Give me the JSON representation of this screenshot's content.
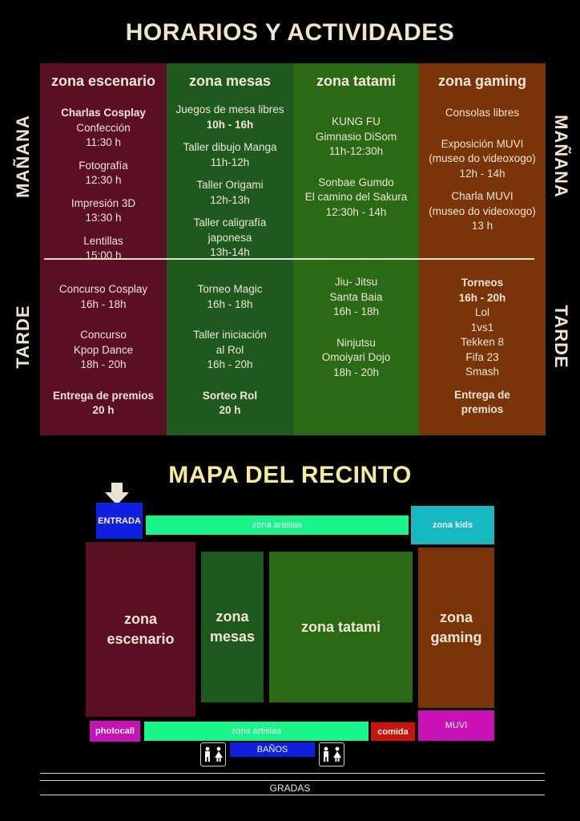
{
  "schedule": {
    "title": "HORARIOS Y ACTIVIDADES",
    "side_labels": {
      "morning": "MAÑANA",
      "afternoon": "TARDE"
    },
    "columns": [
      {
        "name": "zona escenario",
        "color": "#5a0f22",
        "morning": [
          {
            "text": "Charlas Cosplay",
            "bold": true
          },
          {
            "text": "Confección"
          },
          {
            "text": "11:30 h"
          },
          {
            "gap": true
          },
          {
            "text": "Fotografía"
          },
          {
            "text": "12:30 h"
          },
          {
            "gap": true
          },
          {
            "text": "Impresión 3D"
          },
          {
            "text": "13:30 h"
          },
          {
            "gap": true
          },
          {
            "text": "Lentillas"
          },
          {
            "text": "15:00 h"
          }
        ],
        "afternoon": [
          {
            "text": "Concurso Cosplay"
          },
          {
            "text": "16h - 18h"
          },
          {
            "gap": true
          },
          {
            "gap": true
          },
          {
            "text": "Concurso"
          },
          {
            "text": "Kpop Dance"
          },
          {
            "text": "18h - 20h"
          },
          {
            "gap": true
          },
          {
            "gap": true
          },
          {
            "text": "Entrega de premios",
            "bold": true
          },
          {
            "text": "20 h",
            "bold": true
          }
        ]
      },
      {
        "name": "zona mesas",
        "color": "#1e5a1e",
        "morning": [
          {
            "text": "Juegos de mesa libres"
          },
          {
            "text": "10h - 16h",
            "bold": true
          },
          {
            "gap": true
          },
          {
            "text": "Taller dibujo Manga"
          },
          {
            "text": "11h-12h"
          },
          {
            "gap": true
          },
          {
            "text": "Taller Origami"
          },
          {
            "text": "12h-13h"
          },
          {
            "gap": true
          },
          {
            "text": "Taller caligrafía"
          },
          {
            "text": "japonesa"
          },
          {
            "text": "13h-14h"
          }
        ],
        "afternoon": [
          {
            "text": "Torneo Magic"
          },
          {
            "text": "16h - 18h"
          },
          {
            "gap": true
          },
          {
            "gap": true
          },
          {
            "text": "Taller iniciación"
          },
          {
            "text": "al Rol"
          },
          {
            "text": "16h - 20h"
          },
          {
            "gap": true
          },
          {
            "gap": true
          },
          {
            "text": "Sorteo Rol",
            "bold": true
          },
          {
            "text": "20 h",
            "bold": true
          }
        ]
      },
      {
        "name": "zona tatami",
        "color": "#2a6a14",
        "morning": [
          {
            "text": "KUNG FU"
          },
          {
            "text": "Gimnasio DiSom"
          },
          {
            "text": "11h-12:30h"
          },
          {
            "gap": true
          },
          {
            "gap": true
          },
          {
            "text": "Sonbae Gumdo"
          },
          {
            "text": "El camino del Sakura"
          },
          {
            "text": "12:30h - 14h"
          }
        ],
        "afternoon": [
          {
            "text": "Jiu- Jitsu"
          },
          {
            "text": "Santa Baia"
          },
          {
            "text": "16h - 18h"
          },
          {
            "gap": true
          },
          {
            "gap": true
          },
          {
            "text": "Ninjutsu"
          },
          {
            "text": "Omoiyari Dojo"
          },
          {
            "text": "18h - 20h"
          }
        ]
      },
      {
        "name": "zona gaming",
        "color": "#793407",
        "morning": [
          {
            "text": "Consolas libres"
          },
          {
            "gap": true
          },
          {
            "gap": true
          },
          {
            "text": "Exposición MUVI"
          },
          {
            "text": "(museo do videoxogo)"
          },
          {
            "text": "12h - 14h"
          },
          {
            "gap": true
          },
          {
            "text": "Charla MUVI"
          },
          {
            "text": "(museo do videoxogo)"
          },
          {
            "text": "13 h"
          }
        ],
        "afternoon": [
          {
            "text": "Torneos",
            "bold": true
          },
          {
            "text": "16h - 20h",
            "bold": true
          },
          {
            "text": "Lol"
          },
          {
            "text": "1vs1"
          },
          {
            "text": "Tekken 8"
          },
          {
            "text": "Fifa 23"
          },
          {
            "text": "Smash"
          },
          {
            "gap": true
          },
          {
            "text": "Entrega de",
            "bold": true
          },
          {
            "text": "premios",
            "bold": true
          }
        ]
      }
    ]
  },
  "map": {
    "title": "MAPA DEL RECINTO",
    "entrada": "ENTRADA",
    "zona_artistas_top": "zona artistas",
    "zona_kids": "zona kids",
    "zona_escenario": [
      "zona",
      "escenario"
    ],
    "zona_mesas": [
      "zona",
      "mesas"
    ],
    "zona_tatami": "zona tatami",
    "zona_gaming": [
      "zona",
      "gaming"
    ],
    "photocall": "photocall",
    "zona_artistas_bottom": "zona artistas",
    "comida": "comida",
    "muvi": "MUVI",
    "banos": "BAÑOS",
    "gradas": "GRADAS"
  },
  "colors": {
    "escenario": "#5a0f22",
    "mesas": "#1e5a1e",
    "tatami": "#2a6a14",
    "gaming": "#793407",
    "artistas": "#19f58a",
    "kids": "#16b8c2",
    "entrada": "#1020e0",
    "photocall": "#c812b6",
    "comida": "#c8140a",
    "muvi": "#c812b6",
    "banos": "#1020e0"
  },
  "icons": [
    "down-arrow-icon",
    "restroom-icon"
  ]
}
